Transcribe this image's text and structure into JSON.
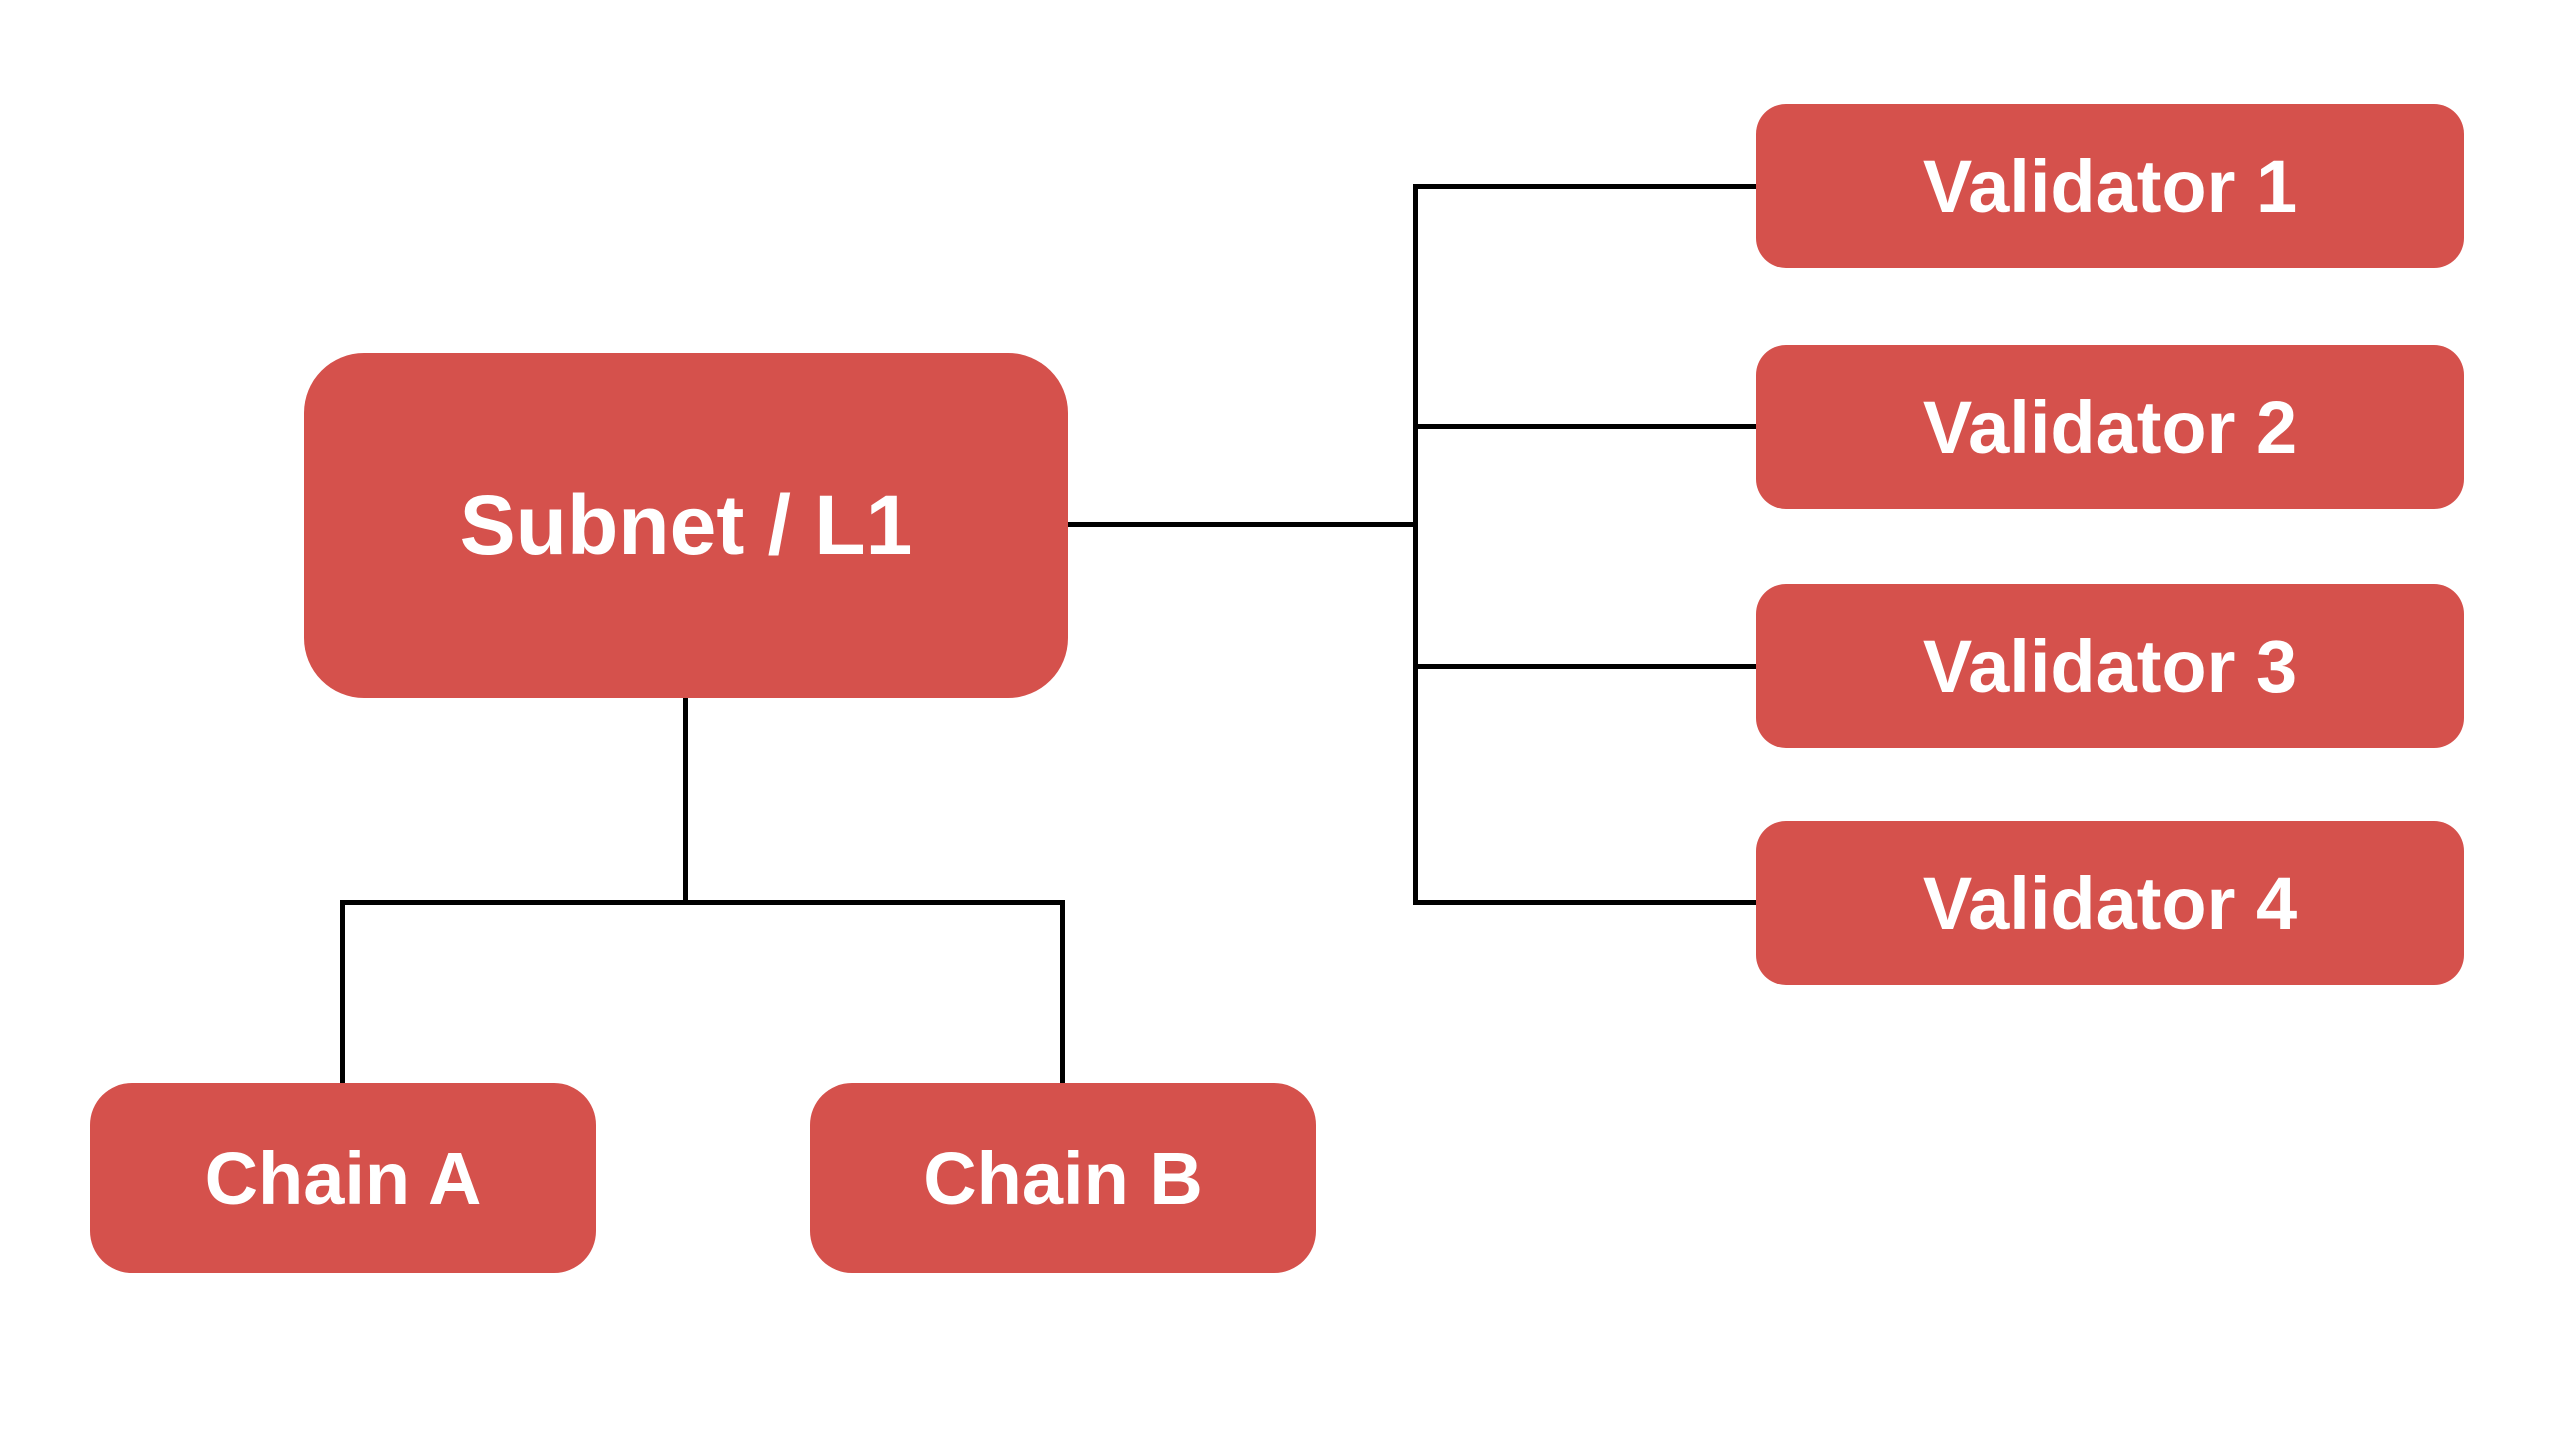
{
  "colors": {
    "node_fill": "#D5514C",
    "node_text": "#FFFFFF",
    "edge": "#000000",
    "background": "#FFFFFF"
  },
  "nodes": {
    "subnet": {
      "label": "Subnet / L1"
    },
    "chain_a": {
      "label": "Chain A"
    },
    "chain_b": {
      "label": "Chain B"
    },
    "validators": [
      {
        "label": "Validator 1"
      },
      {
        "label": "Validator 2"
      },
      {
        "label": "Validator 3"
      },
      {
        "label": "Validator 4"
      }
    ]
  }
}
